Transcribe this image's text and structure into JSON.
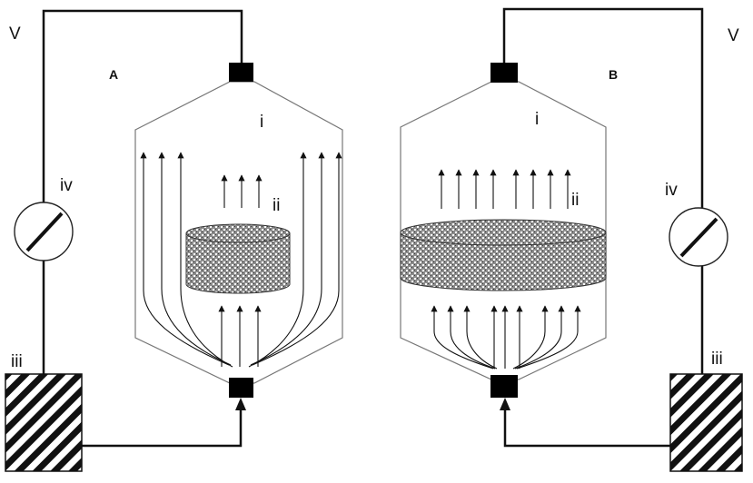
{
  "labels": {
    "voltage_left": "V",
    "voltage_right": "V",
    "panel_a": "A",
    "panel_b": "B",
    "chamber_a": "i",
    "chamber_b": "i",
    "bed_a": "ii",
    "bed_b": "ii",
    "source_a": "iii",
    "source_b": "iii",
    "meter_a": "iv",
    "meter_b": "iv"
  },
  "colors": {
    "line": "#111111",
    "vessel_outline": "#777777",
    "bed_fill": "#9a9a9a",
    "port_fill": "#000000"
  },
  "icons": {
    "meter": "meter-icon",
    "power_source": "hatched-block-icon",
    "port": "port-icon"
  }
}
